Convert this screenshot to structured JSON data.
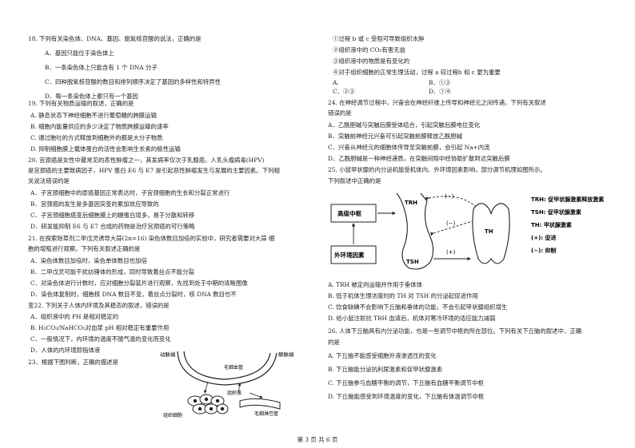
{
  "left": {
    "q18": {
      "stem": "18. 下列有关染色体、DNA、基因、脱氧核苷酸的说法，正确的是",
      "A": "A．基因只能位于染色体上",
      "B": "B．一条染色体上只能含有 1 个 DNA 分子",
      "C": "C．四种脱氧核苷酸的数目和排列顺序决定了基因的多样性和特异性",
      "D": "D．每一条染色体上都只有一个基因"
    },
    "q19": {
      "stem": "19. 下列有关物质运输的叙述，正确的是",
      "A": "A. 静息状态下神经细胞不进行葡萄糖的跨膜运输",
      "B": "B. 细胞内能量供应的多少决定了物质跨膜运输的速率",
      "C": "C. 通过胞吐的方式释放到细胞外的都是大分子物质",
      "D": "D. 抑制细胞膜上载体蛋白的活性会影响生长素的极性运输"
    },
    "q20": {
      "stem1": "20. 宫颈癌是女性中最常见的恶性肿瘤之一，其发病率仅次于乳腺癌，人乳头瘤病毒(HPV)",
      "stem2": "是宫颈癌的主要致病因子，HPV 蛋白 E6 与 E7 是引起恶性肿瘤发生与发展的主要因素。下列相",
      "stem3": "关说法错误的是",
      "A": "A．子宫颈细胞中的原癌基因正常表达时，子宫颈细胞的生长和分裂正常进行",
      "B": "B．宫颈癌的发生是多基因突变的累加效应导致的",
      "C": "C．子宫颈细胞癌变后细胞膜上的糖蛋白增多，易于分散和转移",
      "D": "D．研发能抑制 E6 与 E7 合成的药物是治疗宫颈癌的可行策略"
    },
    "q21": {
      "stem1": "21. 在探索除草剂二甲戊灵诱导大蒜(2n=16) 染色体数目加倍的实验中，研究者需要对大蒜 细",
      "stem2": "胞的增殖进行观察。下列有关叙述正确的是",
      "A": "A．染色体数目加倍时，染色单体数目也加倍",
      "B": "B．二甲戊灵可能干扰纺锤体的形成，同时导致着丝点不能分裂",
      "C": "C．对染色体进行计数时，应对细胞分裂装片进行观察，先找到处于中期的清晰图像",
      "D": "D．染色体复制时，细胞核 DNA 数目不变，着丝点分裂时，核 DNA 数目也不"
    },
    "q22": {
      "stem": "变22. 下列关于人体内环境及其稳态的叙述，错误的是",
      "A": "A．组织液中的 PH 是相对稳定的",
      "B": "B. H₂CO₃/NaHCO₃对血浆 pH 相对稳定有重要作用",
      "C": "C．一般情况下，内环境的温度不随气温的变化而变化",
      "D": "D．人体的内环境即指体液"
    },
    "q23": {
      "stem": "23．根据下图判断，正确的描述是"
    },
    "fig23": {
      "arterial": "动脉端",
      "venous": "静脉端",
      "capillary": "毛细血管",
      "tissue_fluid": "组织液",
      "cells": "组织细胞",
      "lymph": "毛细淋巴管"
    }
  },
  "right": {
    "q23opts": {
      "l1": "①过程 b 或 c 受阻可导致组织水肿",
      "l2": "②组织液中的 CO₂有害无益",
      "l3": "③组织液中的物质是有变化的",
      "l4": "④对于组织细胞的正常生理活动，过程 a 较过程b 和 c 更为重要",
      "A": "A.",
      "A_val": "",
      "B": "B．①③",
      "C": "C．②③",
      "C_left": "",
      "D": "D．①④"
    },
    "q24": {
      "stem1": "24. 在神经调节过程中，兴奋会在神经纤维上传导和神经元之间传递。下列有关叙述",
      "stem2": "错误的是",
      "A": "A．乙酰胆碱与突触后膜受体结合，引起突触后膜电位变化",
      "B": "B．突触前神经元兴奋可引起突触前膜释放乙酰胆碱",
      "C": "C．兴奋从神经元的细胞体传导至突触前膜，会引起 Na+内流",
      "D": "D．乙酰胆碱是一种神经递质，在突触间隙中经协助扩散到达突触后膜"
    },
    "q25": {
      "stem1": "25. 小鼠甲状腺的内分泌机能受机体内、外环境因素影响，部分调节机理如图所示。",
      "stem2": "下列叙述中正确的是",
      "A": "A. TRH 被定向运输并作用于垂体体",
      "B": "B. 低于机体生理浓度时的 TH 对 TSH 的分泌起促进作用",
      "C": "C. 饮食缺碘不会影响下丘脑和垂体的功能，不会引起甲状腺组织增生",
      "D": "D. 给小鼠注射抗 TRH 血清后，机体对寒冷环境的适应能力减弱"
    },
    "fig25": {
      "box1": "高级中枢",
      "box2": "外环境因素",
      "trh": "TRH",
      "tsh": "TSH",
      "th": "TH",
      "neg": "(−)",
      "pos": "(+)",
      "legend": [
        "TRH: 促甲状腺激素释放激素",
        "TSH: 促甲状腺激素",
        "TH: 甲状腺激素",
        "(+): 促进",
        "(−): 抑制"
      ]
    },
    "q26": {
      "stem1": "26. 人体下丘脑具有内分泌功能，也是一些调节中枢的所在部位。下列有关下丘脑的叙述中，正确",
      "stem2": "的是",
      "A": "A. 下丘脑不能感受细胞外液渗透压的变化",
      "B": "B. 下丘脑能分泌抗利尿激素和促甲状腺激素",
      "C": "C. 下丘脑参与血糖平衡的调节，下丘脑有血糖平衡调节中枢",
      "D": "D. 下丘脑能感受到环境温度的变化，下丘脑有体温调节中枢"
    }
  },
  "footer": "第 3 页 共 6 页"
}
